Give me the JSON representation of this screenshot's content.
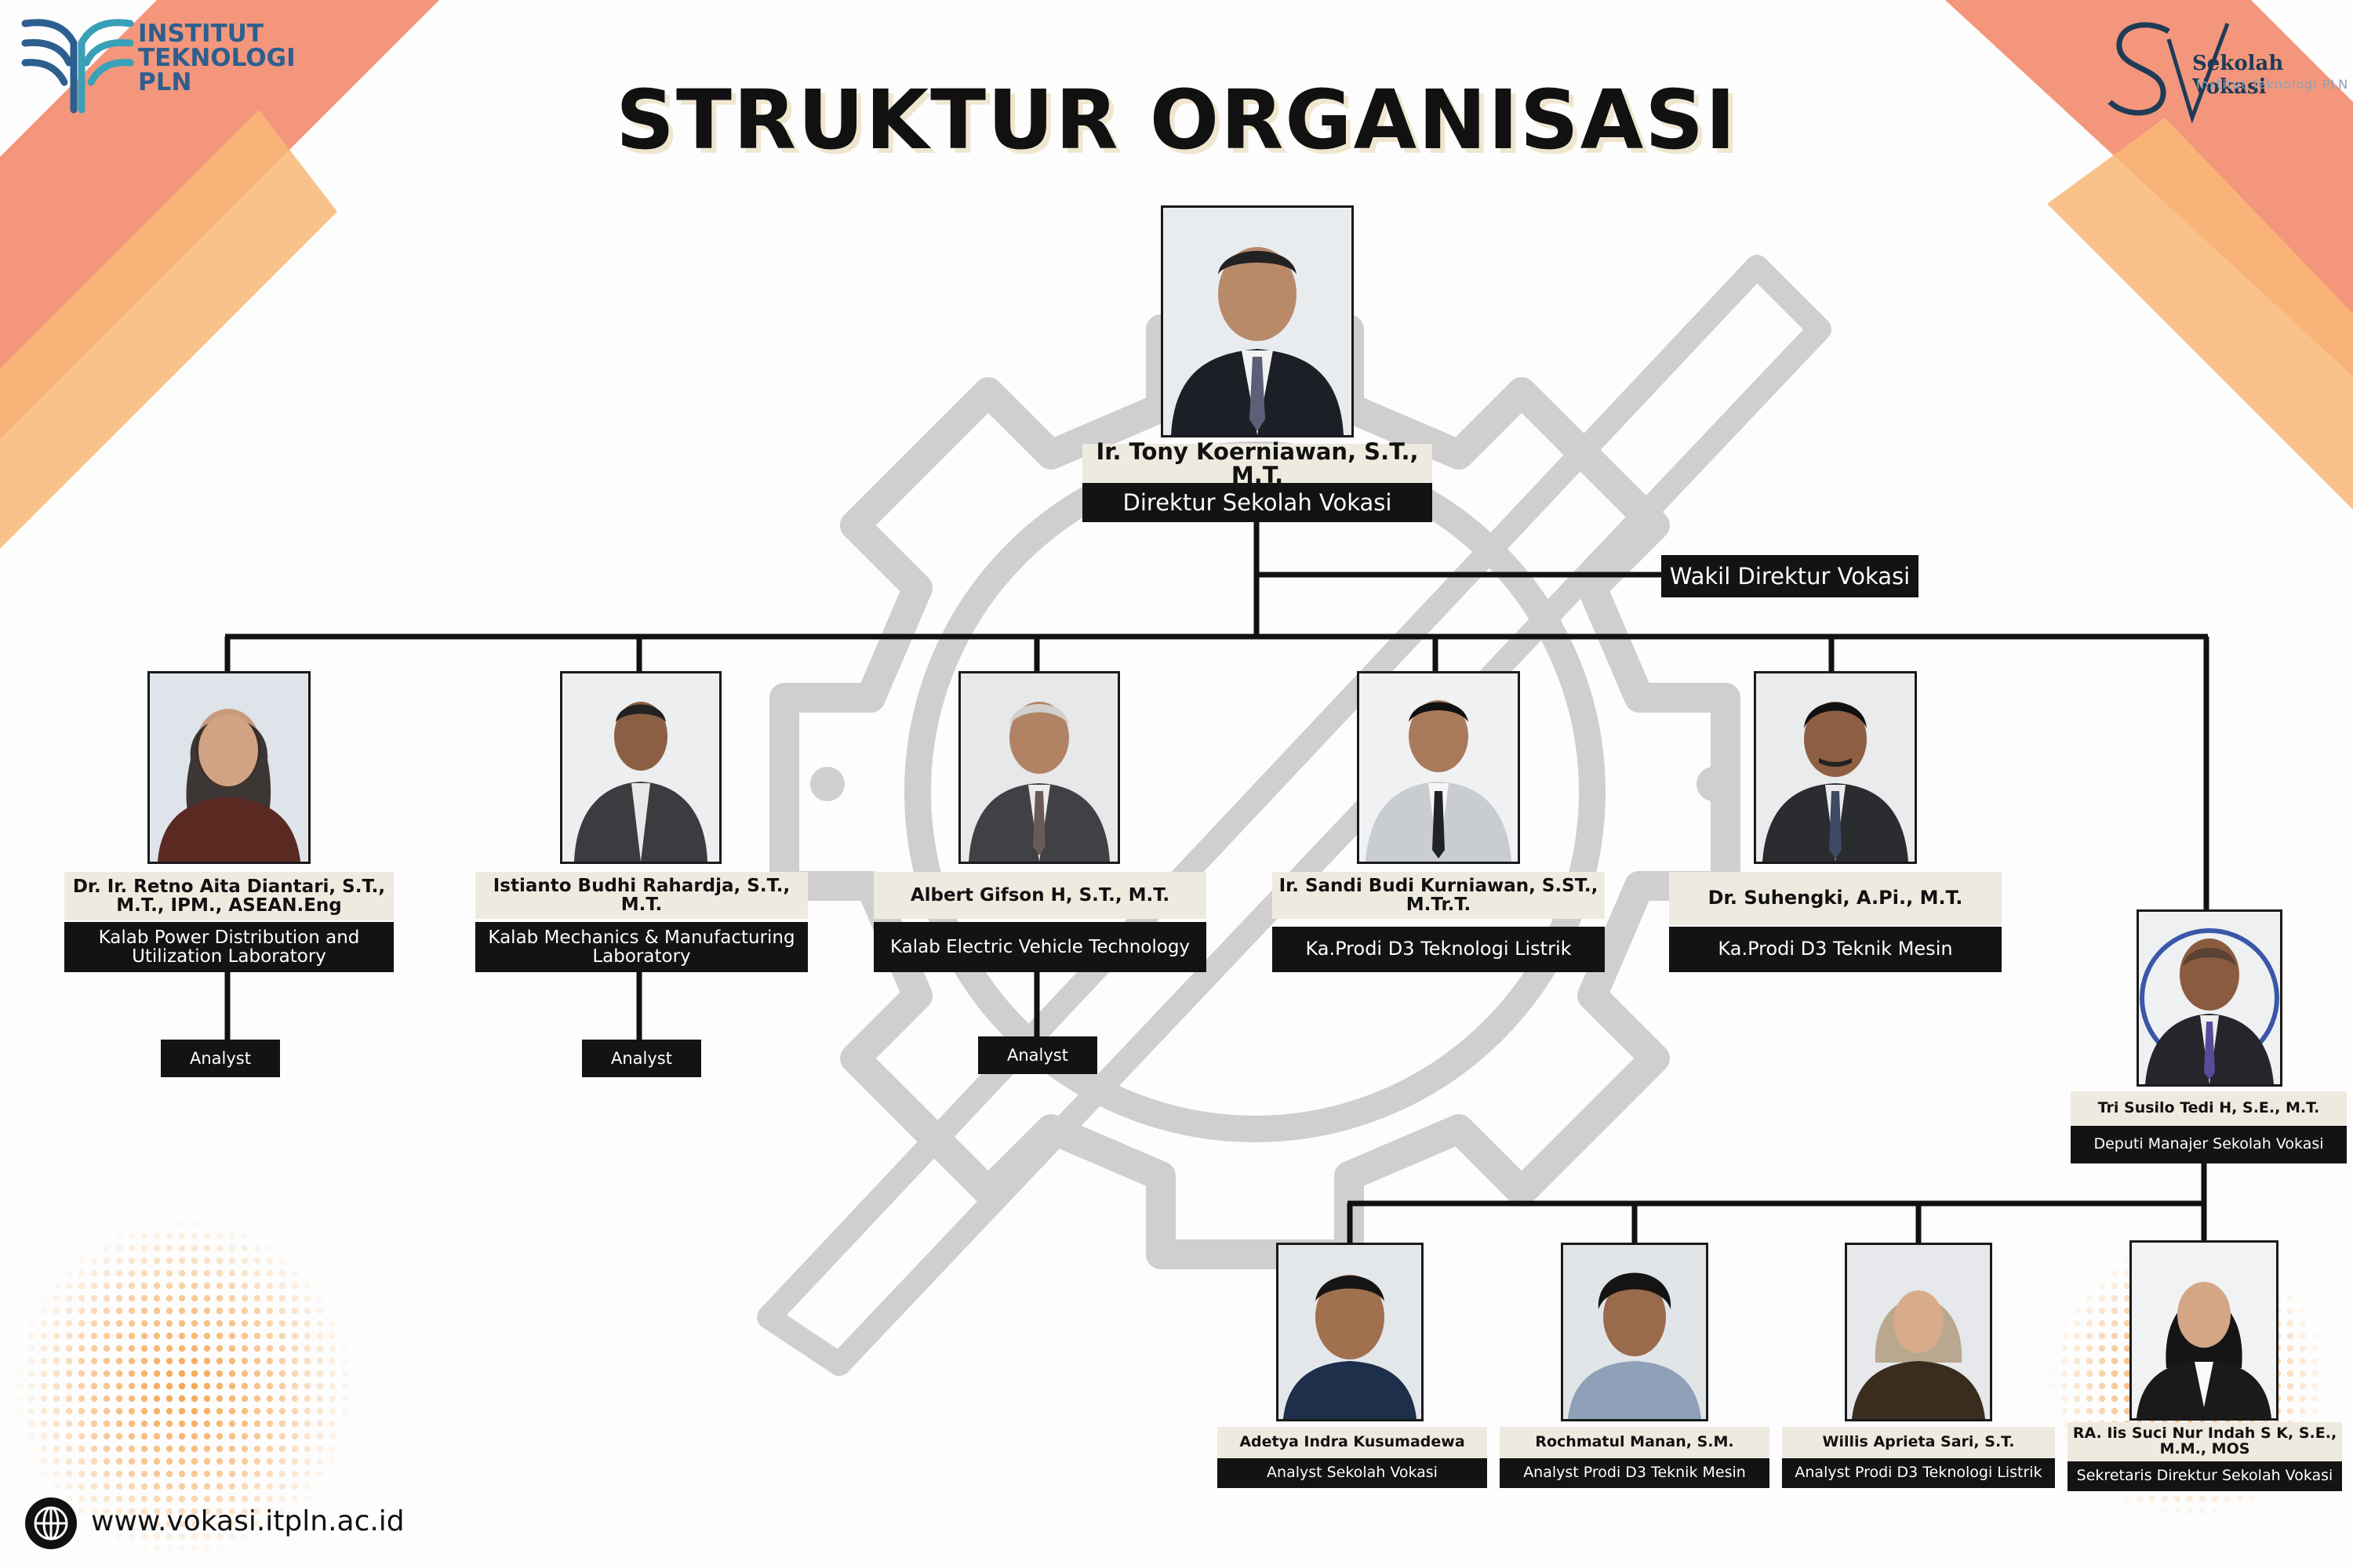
{
  "header": {
    "title": "STRUKTUR ORGANISASI",
    "institute_logo": {
      "icon": "itpln-book-icon",
      "line1": "INSTITUT",
      "line2": "TEKNOLOGI",
      "line3": "PLN",
      "color": "#2c5f8f"
    },
    "school_logo": {
      "icon": "sv-monogram-icon",
      "name": "Sekolah Vokasi",
      "sub": "Institut Teknologi PLN"
    }
  },
  "colors": {
    "coral": "#f28b6e",
    "peach": "#f9b777",
    "orange_dots": "#f59a3a",
    "gear_watermark": "#cfcfcf",
    "dark_bar": "#131313",
    "name_bar": "#efeae0"
  },
  "director": {
    "name": "Ir. Tony Koerniawan, S.T., M.T.",
    "role": "Direktur Sekolah Vokasi",
    "deputy_title": "Wakil Direktur Vokasi"
  },
  "units": [
    {
      "name": "Dr. Ir. Retno Aita Diantari, S.T., M.T., IPM., ASEAN.Eng",
      "role": "Kalab Power Distribution and Utilization Laboratory",
      "sub": "Analyst"
    },
    {
      "name": "Istianto Budhi Rahardja, S.T., M.T.",
      "role": "Kalab Mechanics & Manufacturing Laboratory",
      "sub": "Analyst"
    },
    {
      "name": "Albert Gifson H, S.T., M.T.",
      "role": "Kalab Electric Vehicle Technology",
      "sub": "Analyst"
    },
    {
      "name": "Ir. Sandi Budi Kurniawan, S.ST., M.Tr.T.",
      "role": "Ka.Prodi D3 Teknologi Listrik"
    },
    {
      "name": "Dr. Suhengki, A.Pi., M.T.",
      "role": "Ka.Prodi D3 Teknik Mesin"
    }
  ],
  "deputy_manager": {
    "name": "Tri Susilo Tedi H, S.E., M.T.",
    "role": "Deputi Manajer Sekolah Vokasi"
  },
  "staff": [
    {
      "name": "Adetya Indra Kusumadewa",
      "role": "Analyst Sekolah Vokasi"
    },
    {
      "name": "Rochmatul Manan, S.M.",
      "role": "Analyst Prodi D3 Teknik Mesin"
    },
    {
      "name": "Willis Aprieta Sari, S.T.",
      "role": "Analyst Prodi D3 Teknologi Listrik"
    },
    {
      "name": "RA. Iis Suci Nur Indah S K, S.E., M.M., MOS",
      "role": "Sekretaris Direktur Sekolah Vokasi"
    }
  ],
  "footer": {
    "icon": "globe-icon",
    "website": "www.vokasi.itpln.ac.id"
  }
}
